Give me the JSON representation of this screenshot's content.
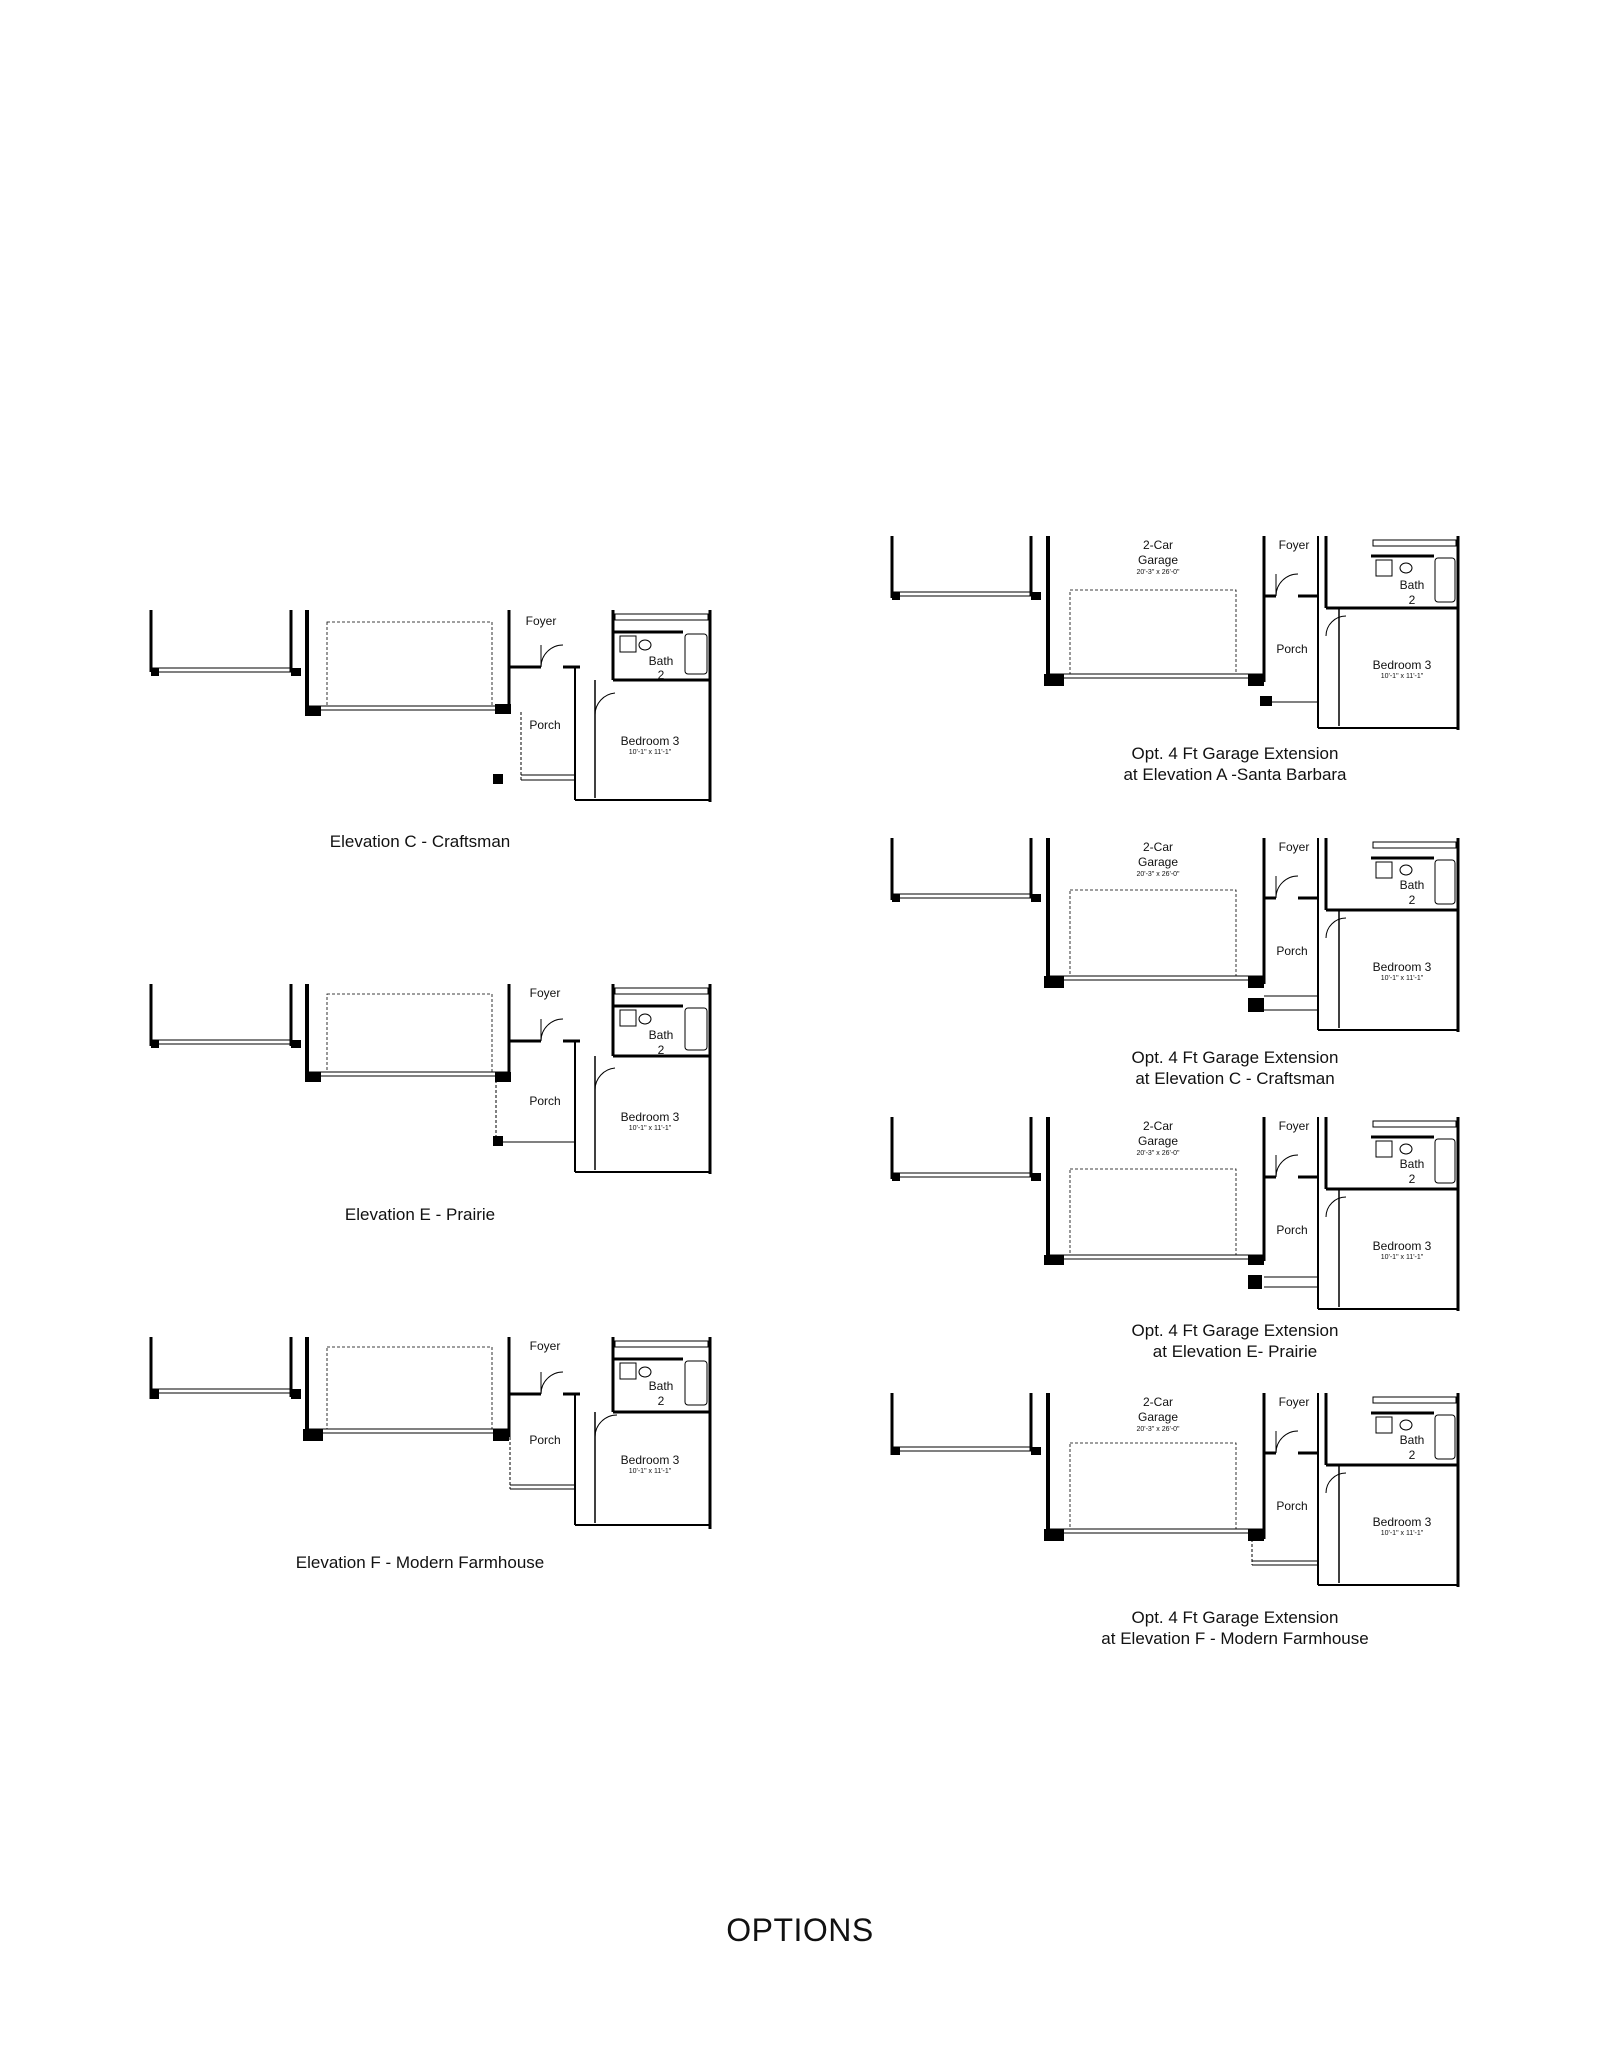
{
  "labels": {
    "foyer": "Foyer",
    "porch": "Porch",
    "bath": "Bath",
    "bath_num": "2",
    "bedroom": "Bedroom 3",
    "bedroom_dim": "10'-1\" x 11'-1\"",
    "garage_line1": "2-Car",
    "garage_line2": "Garage",
    "garage_dim": "20'-3\" x 26'-0\""
  },
  "left_plans": [
    {
      "caption": "Elevation C - Craftsman"
    },
    {
      "caption": "Elevation E - Prairie"
    },
    {
      "caption": "Elevation F - Modern Farmhouse"
    }
  ],
  "right_plans": [
    {
      "caption_line1": "Opt. 4 Ft Garage Extension",
      "caption_line2": "at Elevation A -Santa Barbara"
    },
    {
      "caption_line1": "Opt. 4 Ft Garage Extension",
      "caption_line2": "at Elevation C - Craftsman"
    },
    {
      "caption_line1": "Opt. 4 Ft Garage Extension",
      "caption_line2": "at Elevation E- Prairie"
    },
    {
      "caption_line1": "Opt. 4 Ft Garage Extension",
      "caption_line2": "at Elevation F - Modern Farmhouse"
    }
  ],
  "footer": {
    "title": "OPTIONS"
  }
}
